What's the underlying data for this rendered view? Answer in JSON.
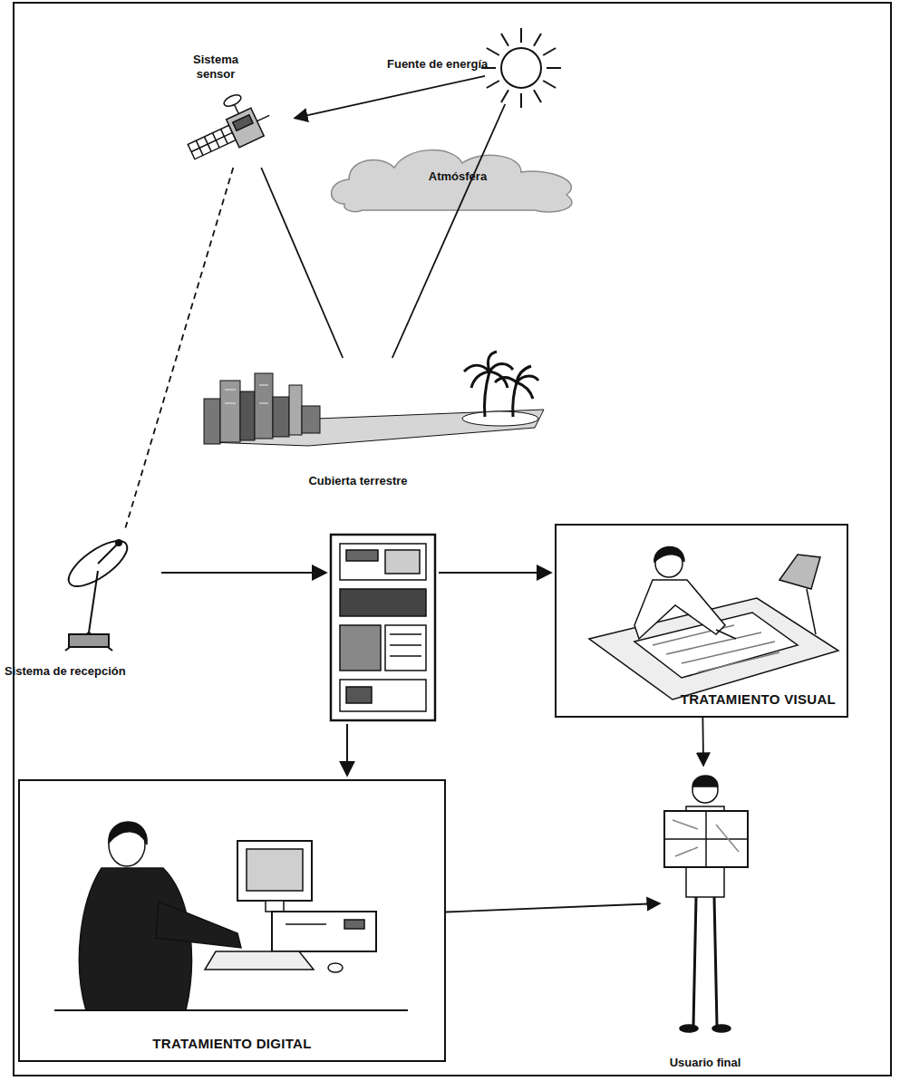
{
  "diagram": {
    "nodes": [
      {
        "text": [
          "Fuente de energía"
        ]
      },
      {
        "text": [
          "Sistema sensor"
        ]
      },
      {
        "text": [
          "Atmósfera"
        ]
      },
      {
        "text": [
          "Cubierta terrestre"
        ]
      },
      {
        "text": [
          "Sistema de recepción"
        ]
      },
      {
        "text": [
          "TRATAMIENTO VISUAL"
        ]
      },
      {
        "text": [
          "TRATAMIENTO DIGITAL"
        ]
      },
      {
        "text": [
          "Usuario final"
        ]
      }
    ],
    "edges": [
      {
        "from": 0,
        "to": 1,
        "arrow": "to"
      },
      {
        "from": 0,
        "to": 3,
        "arrow": "none"
      },
      {
        "from": 3,
        "to": 1,
        "arrow": "none"
      },
      {
        "from": 1,
        "to": 4,
        "arrow": "none"
      },
      {
        "from": 5,
        "to": 7,
        "arrow": "to"
      },
      {
        "from": 6,
        "to": 7,
        "arrow": "to"
      }
    ]
  }
}
